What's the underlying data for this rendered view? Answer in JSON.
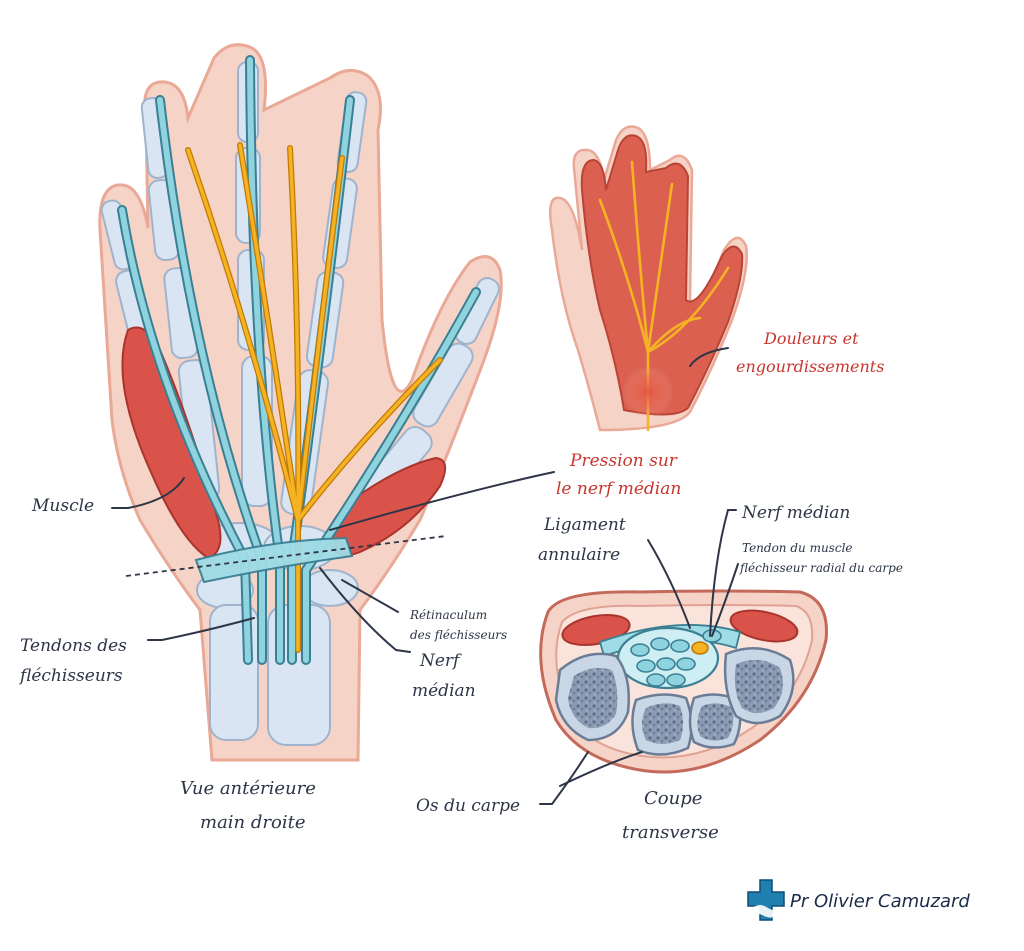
{
  "hand_view": {
    "labels": {
      "muscle": "Muscle",
      "tendons": [
        "Tendons des",
        "fléchisseurs"
      ],
      "retinaculum": [
        "Rétinaculum",
        "des fléchisseurs"
      ],
      "nerve": [
        "Nerf",
        "médian"
      ],
      "caption": [
        "Vue antérieure",
        "main droite"
      ]
    }
  },
  "symptom_view": {
    "labels": {
      "pain": [
        "Douleurs et",
        "engourdissements"
      ],
      "pressure": [
        "Pression sur",
        "le nerf médian"
      ]
    }
  },
  "cross_section": {
    "labels": {
      "ligament": [
        "Ligament",
        "annulaire"
      ],
      "nerve": "Nerf médian",
      "tendon_radial": [
        "Tendon du muscle",
        "fléchisseur radial du carpe"
      ],
      "carpal_bones": "Os du carpe",
      "caption": [
        "Coupe",
        "transverse"
      ]
    }
  },
  "credit": {
    "author": "Pr Olivier Camuzard",
    "logo_icon": "medical-cross-hand-icon"
  },
  "colors": {
    "skin": "#f6d3c7",
    "skin_outline": "#e9a996",
    "bone": "#d9e5f2",
    "bone_outline": "#9fb4cc",
    "tendon": "#8fd3df",
    "tendon_outline": "#3a7f93",
    "nerve": "#f5b323",
    "muscle": "#d9534a",
    "pain_hand": "#db6050",
    "label": "#2d3547",
    "label_red": "#c8362f"
  }
}
